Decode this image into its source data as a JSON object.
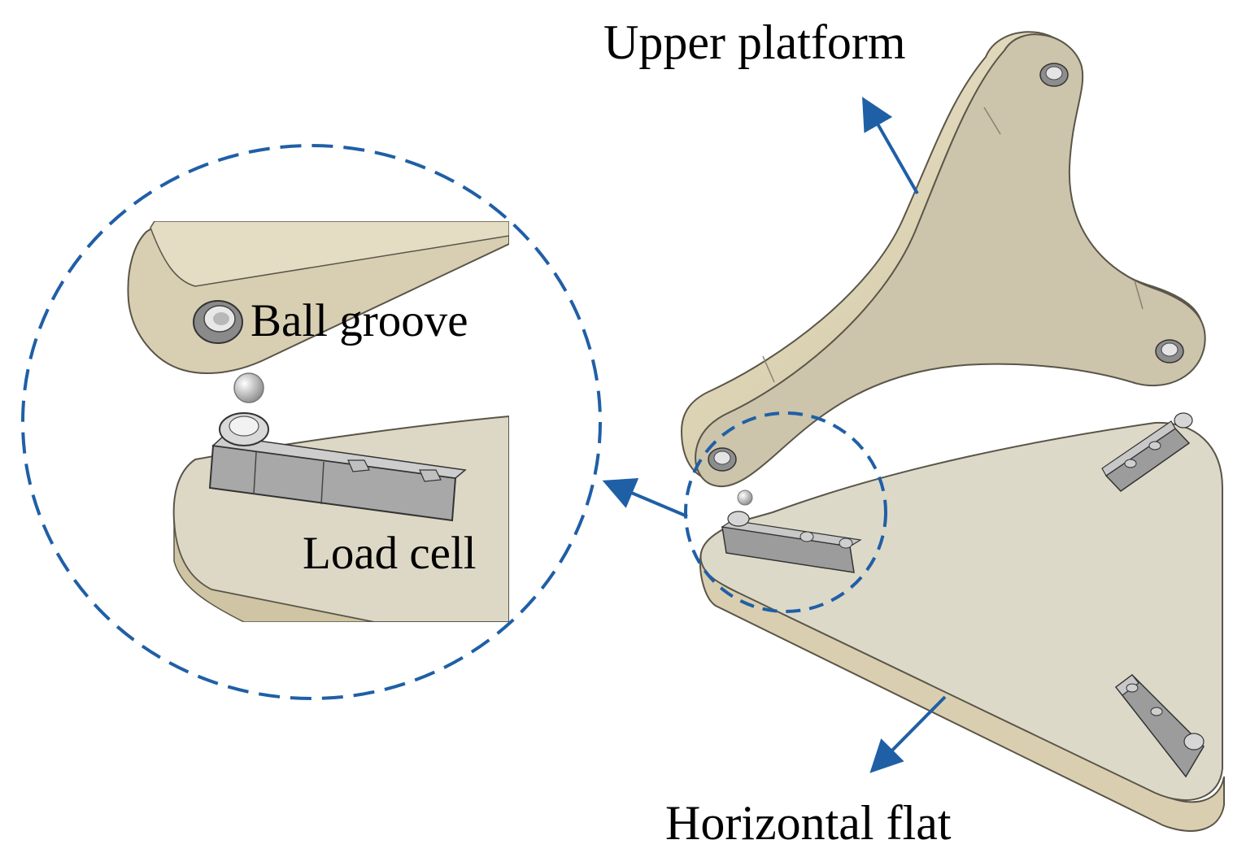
{
  "labels": {
    "upper_platform": "Upper platform",
    "ball_groove": "Ball groove",
    "load_cell": "Load cell",
    "horizontal_flat": "Horizontal flat"
  },
  "colors": {
    "platform_face": "#ccc4ab",
    "platform_face_light": "#ddd7c2",
    "platform_edge": "#e6dcbf",
    "platform_edge_shadow": "#c2b795",
    "flat_face": "#ddd9c9",
    "outline": "#5a5548",
    "load_cell": "#a8a8a8",
    "accent_blue": "#1f5fa6"
  }
}
